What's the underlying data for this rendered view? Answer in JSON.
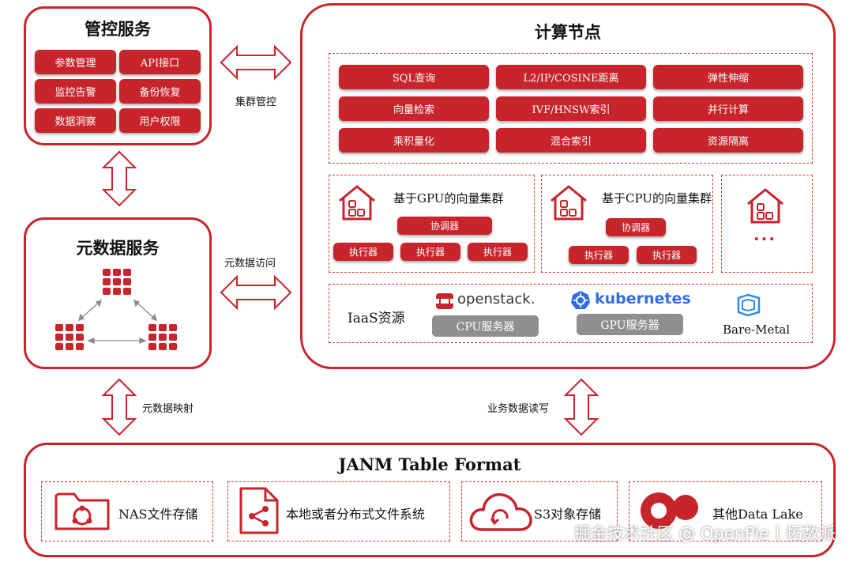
{
  "control": {
    "title": "管控服务",
    "items": [
      "参数管理",
      "API接口",
      "监控告警",
      "备份恢复",
      "数据洞察",
      "用户权限"
    ]
  },
  "cluster_label": "集群管控",
  "metadata": {
    "title": "元数据服务"
  },
  "metadata_access_label": "元数据访问",
  "metadata_mapping_label": "元数据映射",
  "business_rw_label": "业务数据读写",
  "compute": {
    "title": "计算节点",
    "features": [
      "SQL查询",
      "L2/IP/COSINE距离",
      "弹性伸缩",
      "向量检索",
      "IVF/HNSW索引",
      "并行计算",
      "乘积量化",
      "混合索引",
      "资源隔离"
    ],
    "gpu_cluster": {
      "title": "基于GPU的向量集群",
      "coordinator": "协调器",
      "executors": [
        "执行器",
        "执行器",
        "执行器"
      ]
    },
    "cpu_cluster": {
      "title": "基于CPU的向量集群",
      "coordinator": "协调器",
      "executors": [
        "执行器",
        "执行器"
      ]
    },
    "more": "...",
    "iaas": {
      "label": "IaaS资源",
      "openstack": "openstack.",
      "kubernetes": "kubernetes",
      "cpu_server": "CPU服务器",
      "gpu_server": "GPU服务器",
      "bare_metal": "Bare-Metal"
    }
  },
  "storage": {
    "title": "JANM Table Format",
    "items": [
      "NAS文件存储",
      "本地或者分布式文件系统",
      "S3对象存储",
      "其他Data Lake"
    ]
  },
  "watermark": "掘金技术社区 @ OpenPie丨拓数派",
  "colors": {
    "accent": "#c8242b",
    "gray": "#8f8f8f",
    "k8s": "#326ce5"
  }
}
